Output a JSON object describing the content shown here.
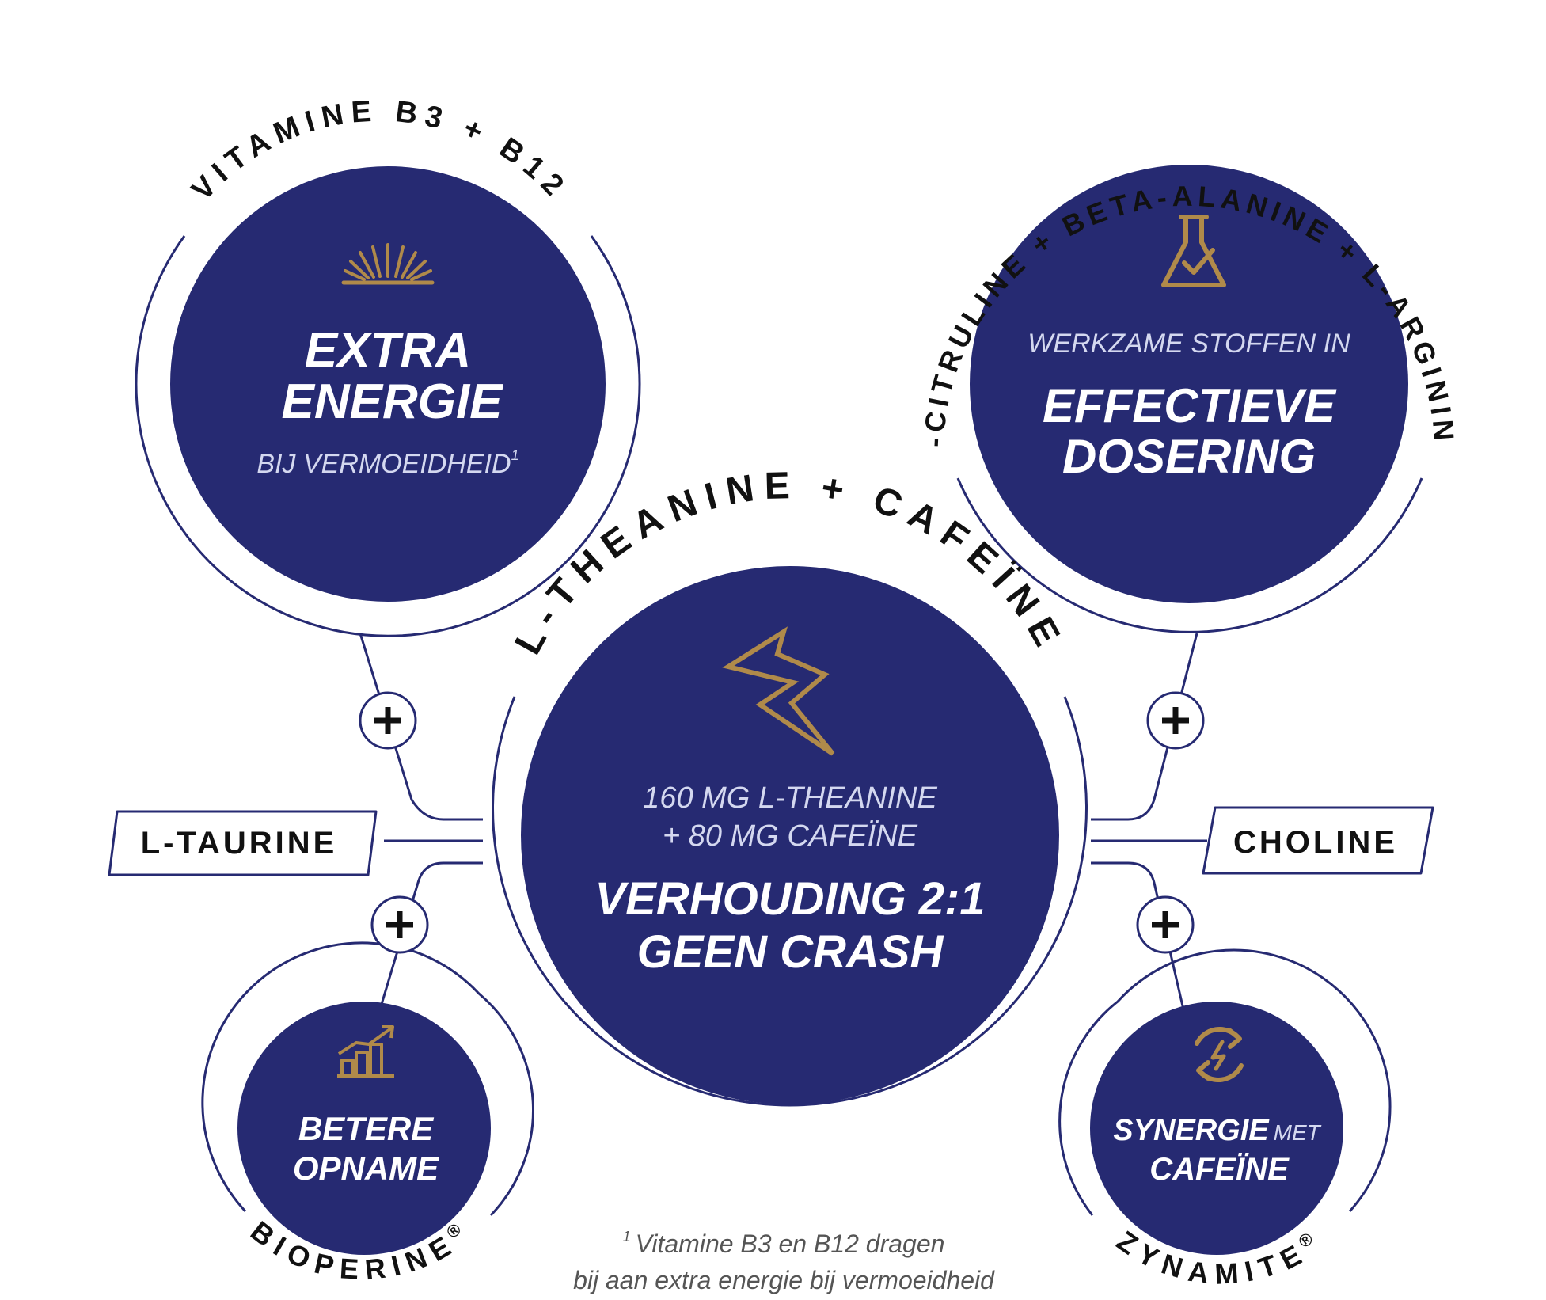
{
  "colors": {
    "navy": "#262a72",
    "gold": "#b08a4a",
    "text_dark": "#111111",
    "line": "#262a72"
  },
  "top_left": {
    "arc_label": "VITAMINE B3 + B12",
    "title_line1": "EXTRA",
    "title_line2": "ENERGIE",
    "subtitle": "BIJ VERMOEIDHEID",
    "superscript": "1",
    "icon": "sunburst-icon"
  },
  "top_right": {
    "arc_label": "L-CITRULINE + BETA-ALANINE + L-ARGININE",
    "pre_title": "WERKZAME STOFFEN IN",
    "title_line1": "EFFECTIEVE",
    "title_line2": "DOSERING",
    "icon": "flask-check-icon"
  },
  "center": {
    "arc_label": "L-THEANINE + CAFEÏNE",
    "detail_line1": "160 MG L-THEANINE",
    "detail_line2": "+ 80 MG CAFEÏNE",
    "title_line1": "VERHOUDING 2:1",
    "title_line2": "GEEN CRASH",
    "icon": "lightning-icon"
  },
  "bottom_left": {
    "arc_label": "BIOPERINE",
    "mark": "®",
    "title_line1": "BETERE",
    "title_line2": "OPNAME",
    "icon": "growth-chart-icon"
  },
  "bottom_right": {
    "arc_label": "ZYNAMITE",
    "mark": "®",
    "title_word1": "SYNERGIE",
    "title_word2": "MET",
    "title_line2": "CAFEÏNE",
    "icon": "energy-cycle-icon"
  },
  "side_labels": {
    "left": "L-TAURINE",
    "right": "CHOLINE"
  },
  "footnote": {
    "marker": "1",
    "line1": "Vitamine B3 en B12 dragen",
    "line2": "bij aan extra energie bij vermoeidheid"
  }
}
